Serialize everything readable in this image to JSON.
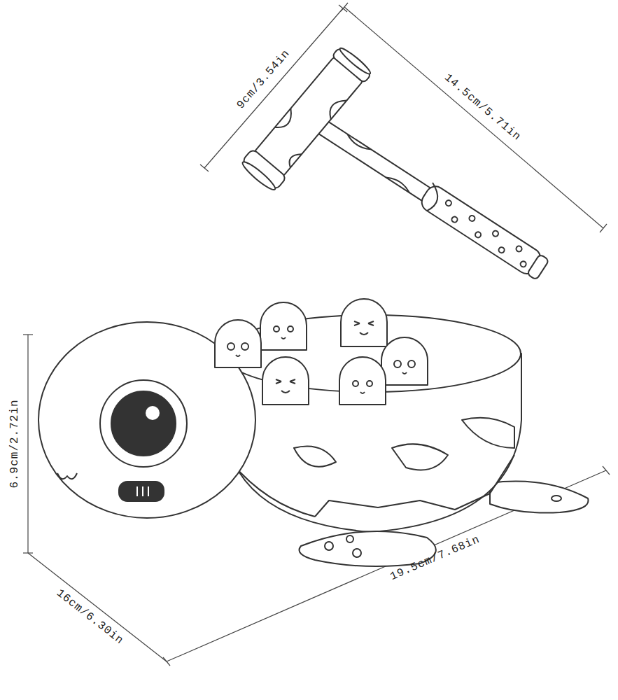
{
  "diagram": {
    "labels": [
      "9cm/3.54in",
      "14.5cm/5.71in",
      "6.9cm/2.72in",
      "16cm/6.30in",
      "19.5cm/7.68in"
    ]
  }
}
